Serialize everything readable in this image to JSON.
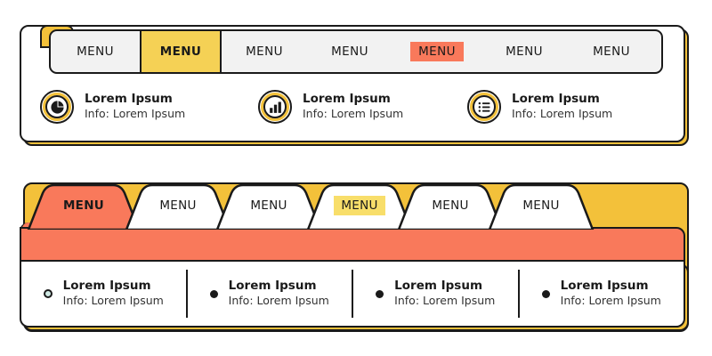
{
  "colors": {
    "ink": "#1a1a1a",
    "yellow": "#F3C13A",
    "yellow_tab": "#F5D155",
    "yellow_highlight": "#F8DE6A",
    "orange": "#F9795B",
    "menubar_bg": "#F2F2F2",
    "white": "#FFFFFF"
  },
  "top_panel": {
    "menu_tabs": [
      {
        "label": "MENU",
        "state": "normal"
      },
      {
        "label": "MENU",
        "state": "active"
      },
      {
        "label": "MENU",
        "state": "normal"
      },
      {
        "label": "MENU",
        "state": "normal"
      },
      {
        "label": "MENU",
        "state": "highlighted"
      },
      {
        "label": "MENU",
        "state": "normal"
      },
      {
        "label": "MENU",
        "state": "normal"
      }
    ],
    "features": [
      {
        "icon": "pie-chart-icon",
        "title": "Lorem Ipsum",
        "info": "Info: Lorem Ipsum"
      },
      {
        "icon": "bar-chart-icon",
        "title": "Lorem Ipsum",
        "info": "Info: Lorem Ipsum"
      },
      {
        "icon": "list-icon",
        "title": "Lorem Ipsum",
        "info": "Info: Lorem Ipsum"
      }
    ]
  },
  "bottom_panel": {
    "menu_tabs": [
      {
        "label": "MENU",
        "state": "active"
      },
      {
        "label": "MENU",
        "state": "normal"
      },
      {
        "label": "MENU",
        "state": "normal"
      },
      {
        "label": "MENU",
        "state": "highlighted"
      },
      {
        "label": "MENU",
        "state": "normal"
      },
      {
        "label": "MENU",
        "state": "normal"
      }
    ],
    "items": [
      {
        "bullet": "ring-bullet",
        "title": "Lorem Ipsum",
        "info": "Info: Lorem Ipsum"
      },
      {
        "bullet": "dot-bullet",
        "title": "Lorem Ipsum",
        "info": "Info: Lorem Ipsum"
      },
      {
        "bullet": "dot-bullet",
        "title": "Lorem Ipsum",
        "info": "Info: Lorem Ipsum"
      },
      {
        "bullet": "dot-bullet",
        "title": "Lorem Ipsum",
        "info": "Info: Lorem Ipsum"
      }
    ]
  }
}
